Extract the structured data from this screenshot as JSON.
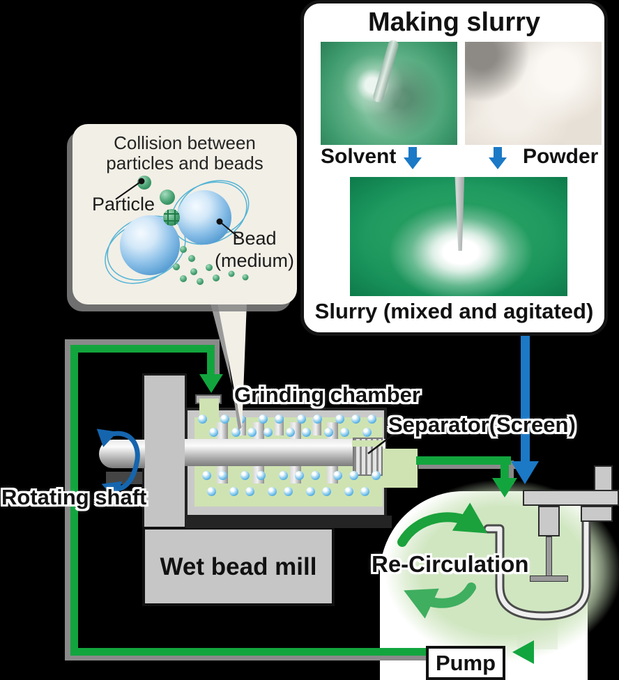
{
  "colors": {
    "flow_green": "#12a53e",
    "arrow_blue": "#1b79c6",
    "chamber_green": "#cfe3b2",
    "vessel_green": "#d0e6c1",
    "bubble_bg": "#f2efe6",
    "machine_gray": "#c6c6c6",
    "background": "#000000"
  },
  "slurry_panel": {
    "title": "Making slurry",
    "solvent_label": "Solvent",
    "powder_label": "Powder",
    "caption": "Slurry (mixed and agitated)"
  },
  "bubble": {
    "title_line1": "Collision between",
    "title_line2": "particles and beads",
    "particle_label": "Particle",
    "bead_label_line1": "Bead",
    "bead_label_line2": "(medium)"
  },
  "mill": {
    "grinding_chamber_label": "Grinding chamber",
    "separator_label": "Separator(Screen)",
    "rotating_shaft_label": "Rotating shaft",
    "machine_label": "Wet bead mill"
  },
  "circulation": {
    "recirculation_label": "Re-Circulation",
    "pump_label": "Pump"
  }
}
